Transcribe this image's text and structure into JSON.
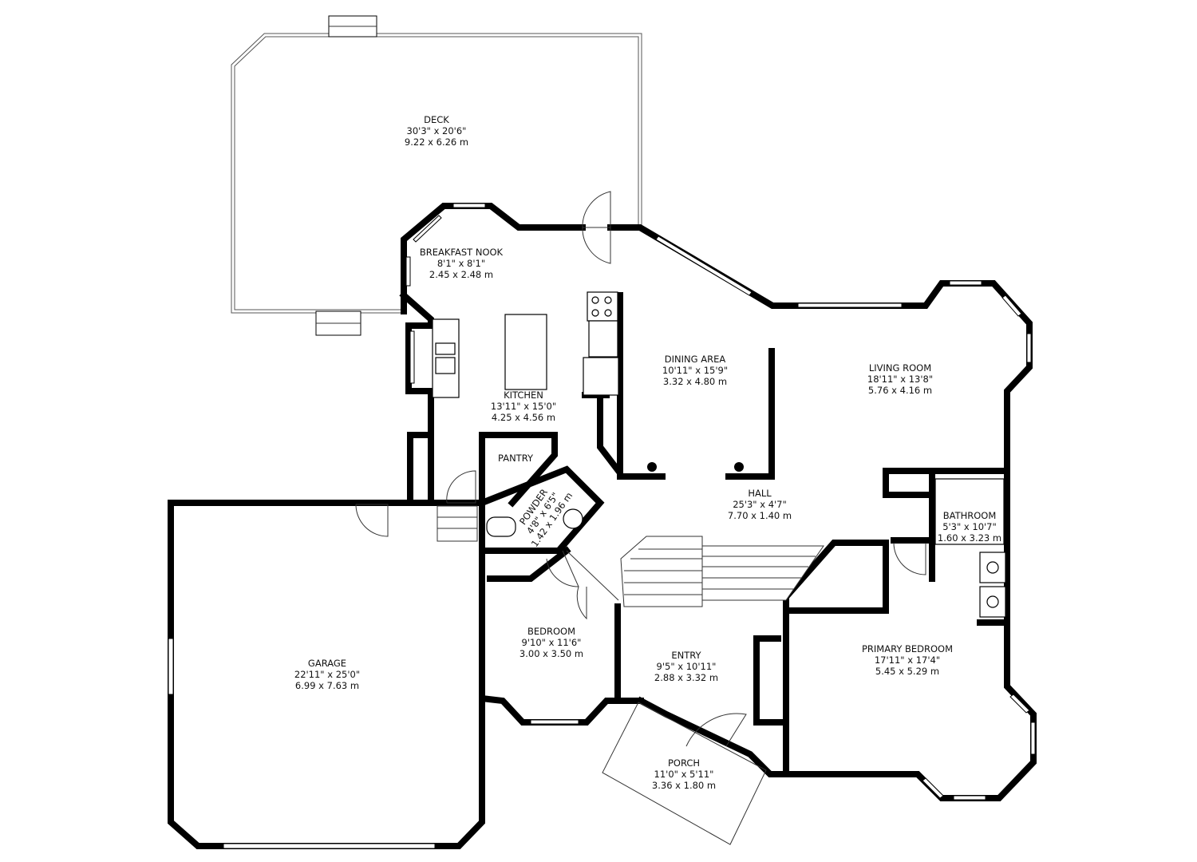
{
  "rooms": {
    "deck": {
      "name": "DECK",
      "imperial": "30'3\" x 20'6\"",
      "metric": "9.22 x 6.26 m"
    },
    "breakfast_nook": {
      "name": "BREAKFAST NOOK",
      "imperial": "8'1\" x 8'1\"",
      "metric": "2.45 x 2.48 m"
    },
    "kitchen": {
      "name": "KITCHEN",
      "imperial": "13'11\" x 15'0\"",
      "metric": "4.25 x 4.56 m"
    },
    "dining_area": {
      "name": "DINING AREA",
      "imperial": "10'11\" x 15'9\"",
      "metric": "3.32 x 4.80 m"
    },
    "living_room": {
      "name": "LIVING ROOM",
      "imperial": "18'11\" x 13'8\"",
      "metric": "5.76 x 4.16 m"
    },
    "pantry": {
      "name": "PANTRY"
    },
    "powder": {
      "name": "POWDER",
      "imperial": "4'8\" x 6'5\"",
      "metric": "1.42 x 1.96 m"
    },
    "hall": {
      "name": "HALL",
      "imperial": "25'3\" x 4'7\"",
      "metric": "7.70 x 1.40 m"
    },
    "bathroom": {
      "name": "BATHROOM",
      "imperial": "5'3\" x 10'7\"",
      "metric": "1.60 x 3.23 m"
    },
    "garage": {
      "name": "GARAGE",
      "imperial": "22'11\" x 25'0\"",
      "metric": "6.99 x 7.63 m"
    },
    "bedroom": {
      "name": "BEDROOM",
      "imperial": "9'10\" x 11'6\"",
      "metric": "3.00 x 3.50 m"
    },
    "entry": {
      "name": "ENTRY",
      "imperial": "9'5\" x 10'11\"",
      "metric": "2.88 x 3.32 m"
    },
    "primary_bedroom": {
      "name": "PRIMARY BEDROOM",
      "imperial": "17'11\" x 17'4\"",
      "metric": "5.45 x 5.29 m"
    },
    "porch": {
      "name": "PORCH",
      "imperial": "11'0\" x 5'11\"",
      "metric": "3.36 x 1.80 m"
    }
  }
}
